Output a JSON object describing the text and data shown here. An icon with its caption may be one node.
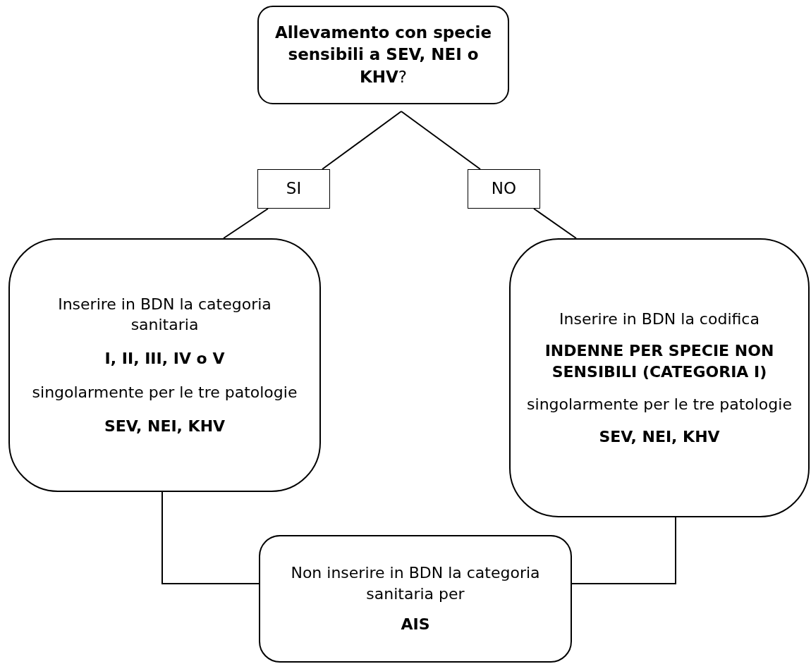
{
  "diagram": {
    "nodes": [
      {
        "text": [
          "**Allevamento con specie sensibili a SEV, NEI o KHV**?"
        ]
      },
      {
        "text": [
          "SI"
        ]
      },
      {
        "text": [
          "NO"
        ]
      },
      {
        "text": [
          "Inserire in BDN la categoria sanitaria",
          "I, II, III, IV o V",
          "singolarmente per le tre patologie",
          "SEV, NEI, KHV"
        ]
      },
      {
        "text": [
          "Inserire in BDN la codifica",
          "INDENNE PER SPECIE NON SENSIBILI (CATEGORIA I)",
          "singolarmente per le tre patologie",
          "SEV, NEI, KHV"
        ]
      },
      {
        "text": [
          "Non inserire in BDN la categoria sanitaria per",
          "AIS"
        ]
      }
    ],
    "edges": [
      {
        "from": 0,
        "to": 1,
        "arrow": "none"
      },
      {
        "from": 1,
        "to": 3,
        "arrow": "none"
      },
      {
        "from": 0,
        "to": 2,
        "arrow": "none"
      },
      {
        "from": 2,
        "to": 4,
        "arrow": "none"
      },
      {
        "from": 3,
        "to": 5,
        "arrow": "none"
      },
      {
        "from": 4,
        "to": 5,
        "arrow": "none"
      }
    ]
  }
}
